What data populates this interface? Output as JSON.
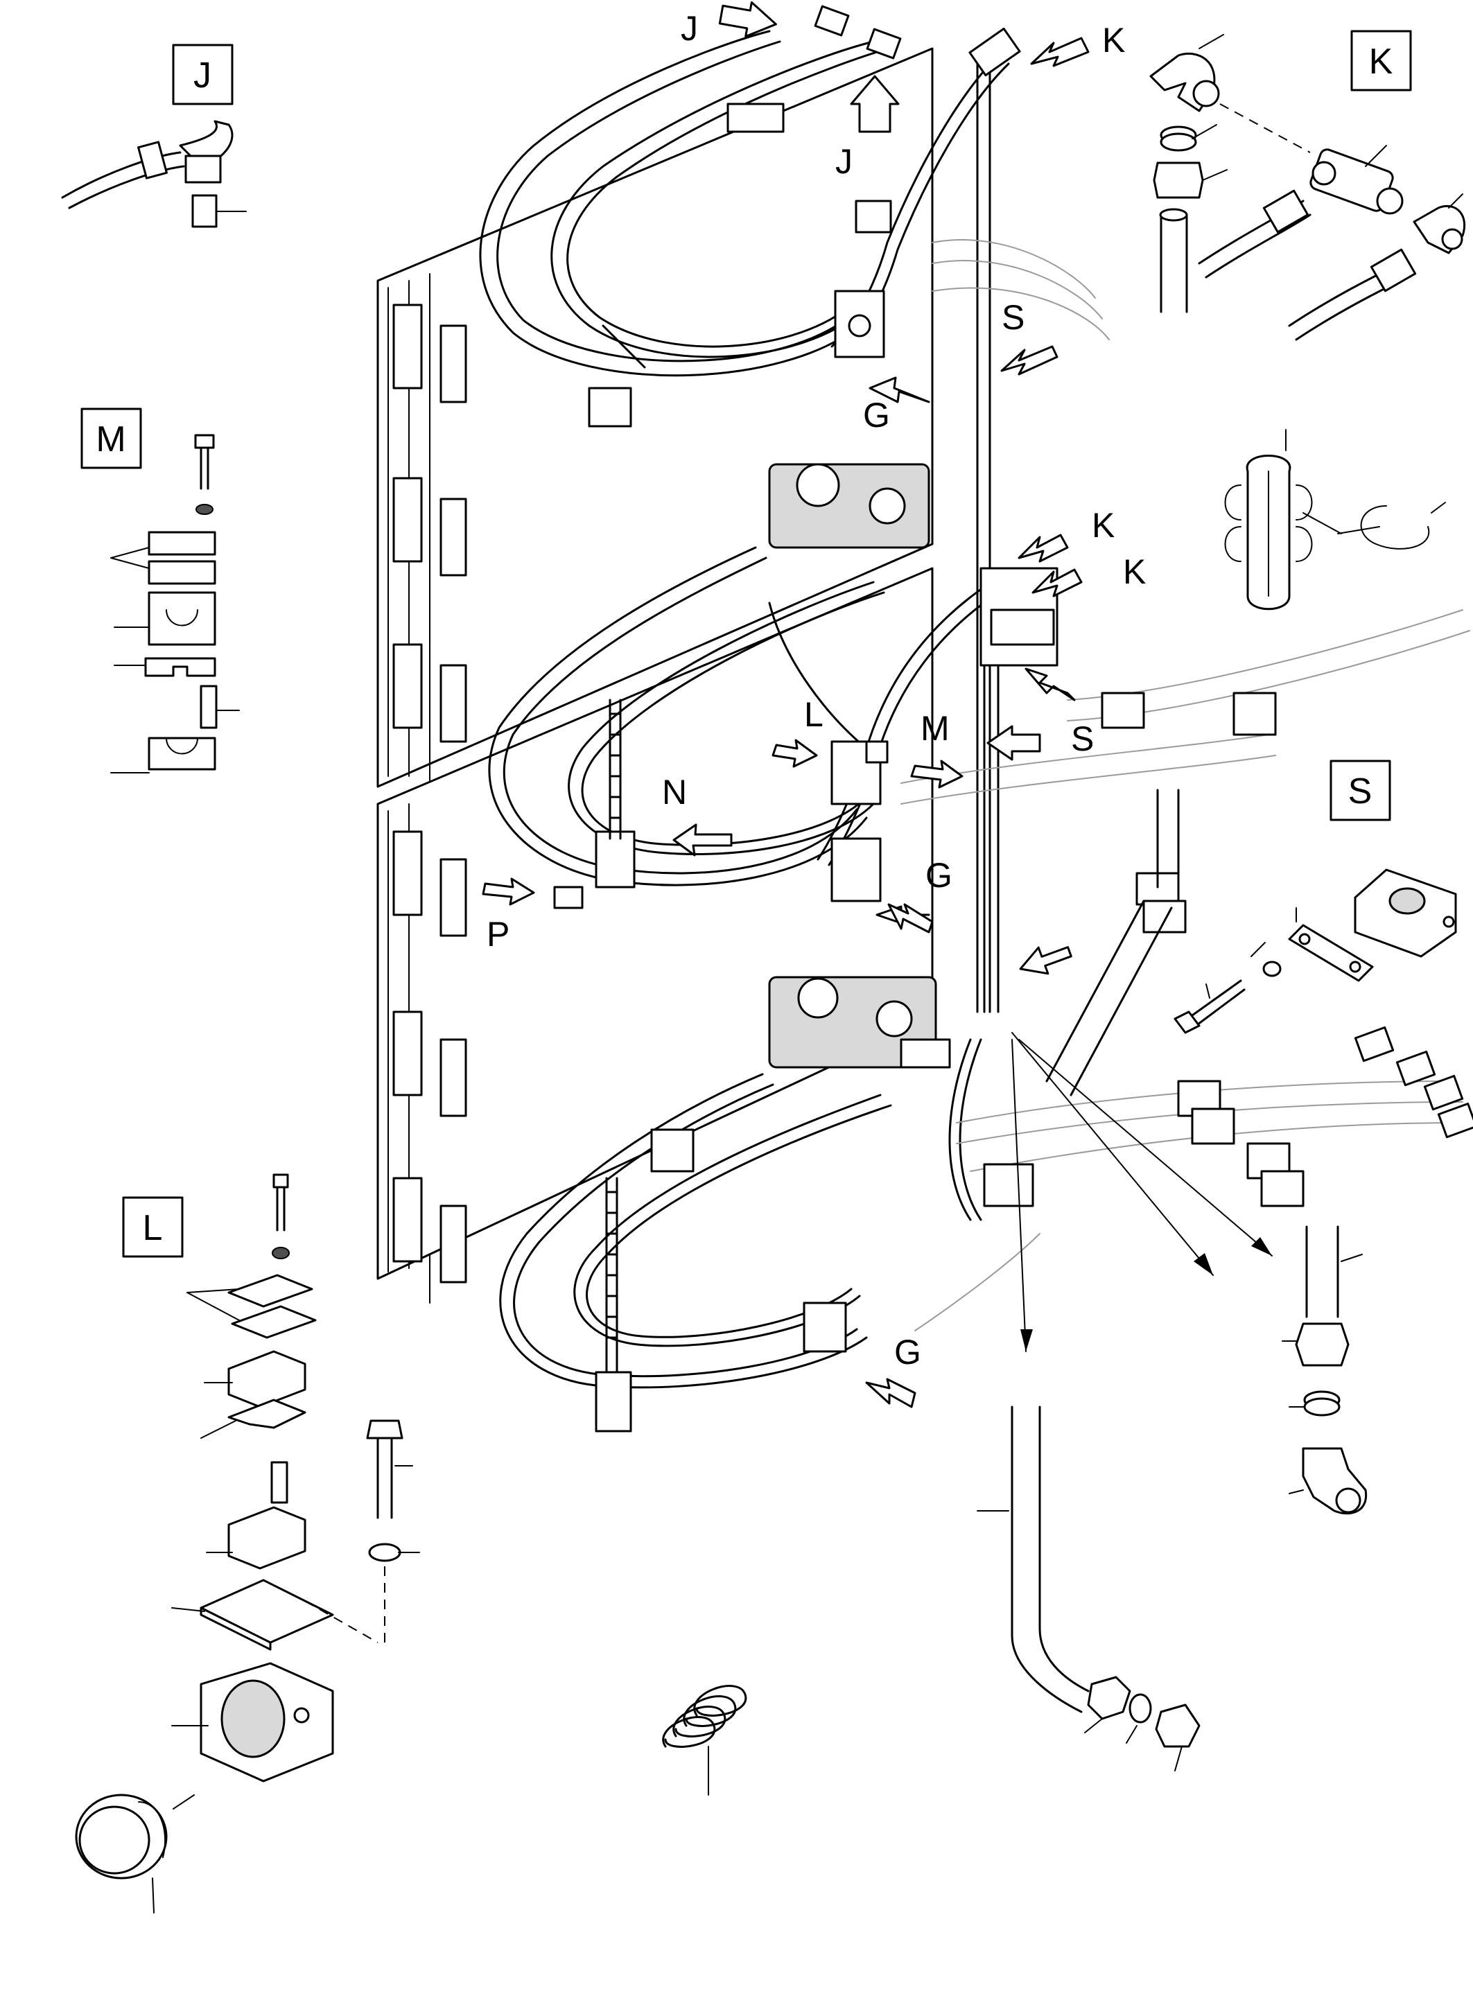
{
  "detail_boxes": {
    "J": "J",
    "K": "K",
    "M": "M",
    "L": "L",
    "S": "S"
  },
  "callouts": {
    "j_top": "J",
    "j_mid": "J",
    "k_top": "K",
    "k_mid1": "K",
    "k_mid2": "K",
    "s_top": "S",
    "s_mid": "S",
    "g_top": "G",
    "g_mid": "G",
    "g_bottom": "G",
    "l_mid": "L",
    "m_mid": "M",
    "n_mid": "N",
    "p_left": "P"
  }
}
